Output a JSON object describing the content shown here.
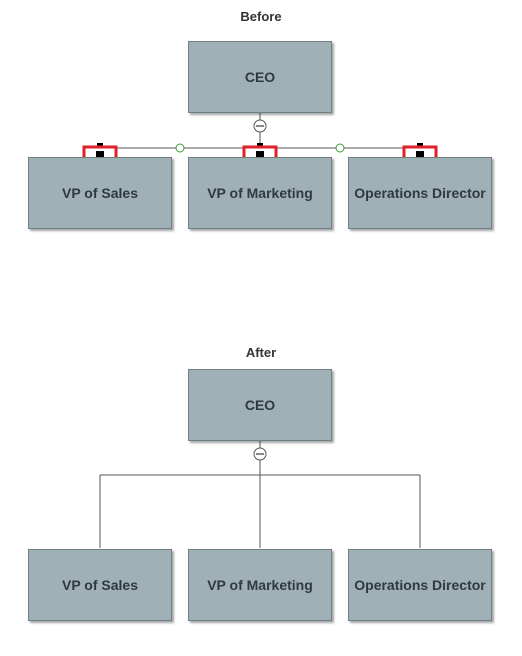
{
  "before": {
    "title": "Before",
    "root": "CEO",
    "children": [
      "VP of Sales",
      "VP of Marketing",
      "Operations Director"
    ]
  },
  "after": {
    "title": "After",
    "root": "CEO",
    "children": [
      "VP of Sales",
      "VP of Marketing",
      "Operations Director"
    ]
  },
  "colors": {
    "node_fill": "#9fb0b6",
    "node_border": "#6e7f86",
    "connector": "#555555",
    "highlight": "#e0202a",
    "handle_green": "#3a9a3a"
  }
}
